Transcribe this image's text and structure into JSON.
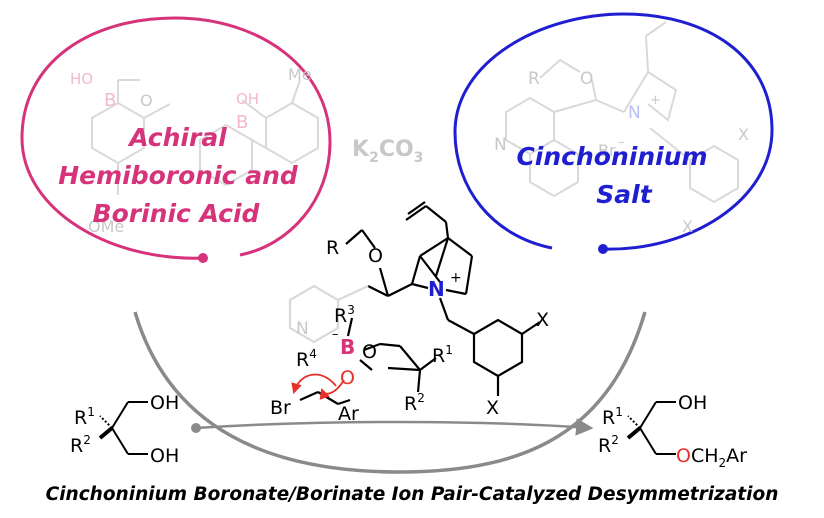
{
  "labels": {
    "achiral_line1": "Achiral",
    "achiral_line2": "Hemiboronic and",
    "achiral_line3": "Borinic Acid",
    "cinch_line1": "Cinchoninium",
    "cinch_line2": "Salt",
    "base": "K",
    "base_sub2": "2",
    "base_co": "CO",
    "base_sub3": "3",
    "caption": "Cinchoninium Boronate/Borinate Ion Pair-Catalyzed Desymmetrization"
  },
  "bg_acid": {
    "b1": "B",
    "o1": "O",
    "ho1": "HO",
    "b2": "B",
    "oh2": "OH",
    "me": "Me",
    "ome": "OMe"
  },
  "bg_salt": {
    "r": "R",
    "o": "O",
    "n_quinoline": "N",
    "n_plus": "N",
    "plus": "+",
    "br": "Br",
    "minus": "–",
    "x1": "X",
    "x2": "X"
  },
  "center": {
    "r": "R",
    "o_ether": "O",
    "n_plus": "N",
    "plus": "+",
    "n_quinoline": "N",
    "r3": "R",
    "r3_sup": "3",
    "b_minus": "–",
    "b": "B",
    "o_ring": "O",
    "r4": "R",
    "r4_sup": "4",
    "o_red": "O",
    "r1": "R",
    "r1_sup": "1",
    "r2": "R",
    "r2_sup": "2",
    "br": "Br",
    "ar": "Ar",
    "x_top": "X",
    "x_bottom": "X"
  },
  "substrate": {
    "r1": "R",
    "r1_sup": "1",
    "r2": "R",
    "r2_sup": "2",
    "oh_top": "OH",
    "oh_bottom": "OH"
  },
  "product": {
    "r1": "R",
    "r1_sup": "1",
    "r2": "R",
    "r2_sup": "2",
    "oh": "OH",
    "o_red": "O",
    "ch": "CH",
    "ch_sub": "2",
    "ar": "Ar"
  },
  "colors": {
    "pink": "#d6337a",
    "blue": "#1f1fd1",
    "gray_arrow": "#8a8a8a",
    "red": "#e8302a",
    "faint": "#c8c8c8"
  }
}
